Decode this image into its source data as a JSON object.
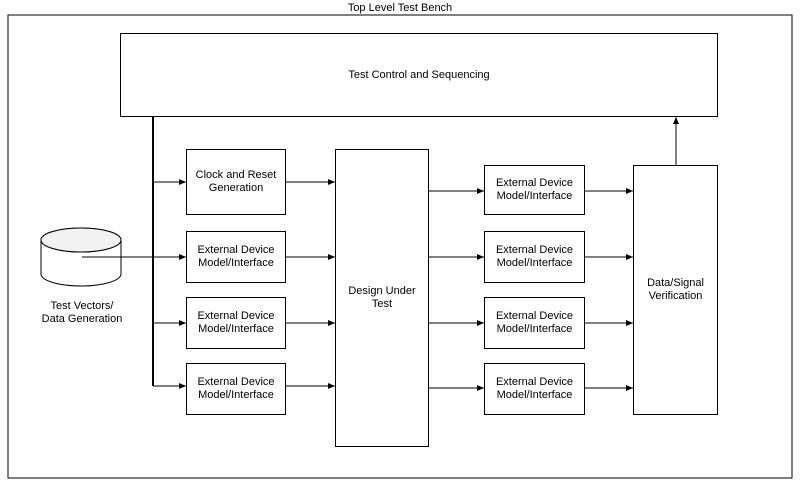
{
  "diagram": {
    "title": "Top Level Test Bench",
    "control": "Test Control and Sequencing",
    "clock": "Clock and Reset\nGeneration",
    "left_devices": [
      "External Device\nModel/Interface",
      "External Device\nModel/Interface",
      "External Device\nModel/Interface"
    ],
    "dut": "Design Under\nTest",
    "right_devices": [
      "External Device\nModel/Interface",
      "External Device\nModel/Interface",
      "External Device\nModel/Interface",
      "External Device\nModel/Interface"
    ],
    "verification": "Data/Signal\nVerification",
    "database": "Test Vectors/\nData Generation"
  }
}
